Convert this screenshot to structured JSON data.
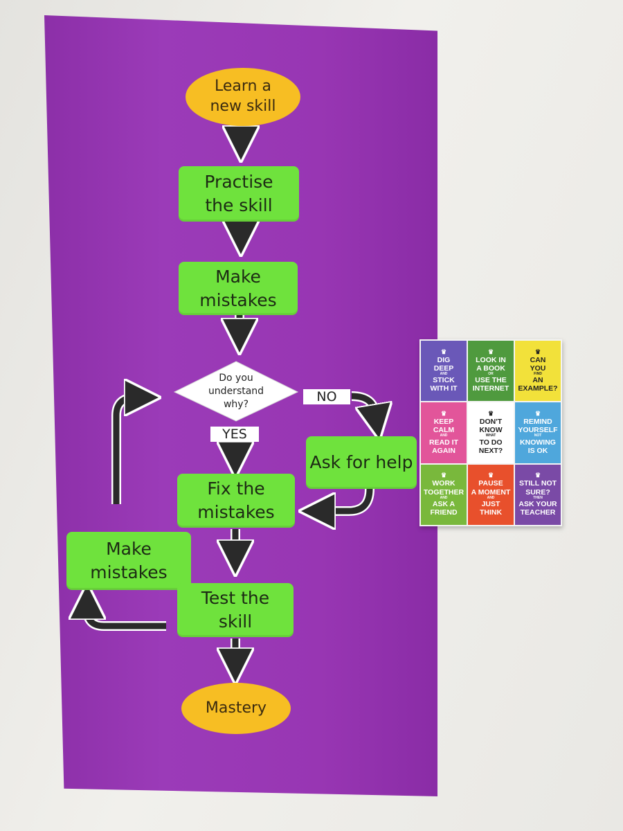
{
  "flowchart": {
    "start": "Learn a\nnew skill",
    "practise": "Practise\nthe skill",
    "make_mistakes_1": "Make\nmistakes",
    "decision": "Do you\nunderstand\nwhy?",
    "no_label": "NO",
    "yes_label": "YES",
    "ask_help": "Ask for help",
    "fix": "Fix the\nmistakes",
    "make_mistakes_2": "Make\nmistakes",
    "test": "Test the\nskill",
    "end": "Mastery"
  },
  "colors": {
    "banner": "#9836b3",
    "process": "#6fe23d",
    "terminal": "#f7be23"
  },
  "poster": {
    "tiles": [
      {
        "lines": [
          "DIG",
          "DEEP",
          "AND",
          "STICK",
          "WITH IT"
        ],
        "bg": "#6a58b8",
        "fg": "#ffffff"
      },
      {
        "lines": [
          "LOOK IN",
          "A BOOK",
          "OR",
          "USE THE",
          "INTERNET"
        ],
        "bg": "#4f9a3e",
        "fg": "#ffffff"
      },
      {
        "lines": [
          "CAN",
          "YOU",
          "FIND",
          "AN",
          "EXAMPLE?"
        ],
        "bg": "#f2e13a",
        "fg": "#222222"
      },
      {
        "lines": [
          "KEEP",
          "CALM",
          "AND",
          "READ IT",
          "AGAIN"
        ],
        "bg": "#e2559a",
        "fg": "#ffffff"
      },
      {
        "lines": [
          "DON'T",
          "KNOW",
          "WHAT",
          "TO DO",
          "NEXT?"
        ],
        "bg": "#ffffff",
        "fg": "#222222"
      },
      {
        "lines": [
          "REMIND",
          "YOURSELF",
          "NOT",
          "KNOWING",
          "IS OK"
        ],
        "bg": "#4fa7dc",
        "fg": "#ffffff"
      },
      {
        "lines": [
          "WORK",
          "TOGETHER",
          "AND",
          "ASK A",
          "FRIEND"
        ],
        "bg": "#79b83c",
        "fg": "#ffffff"
      },
      {
        "lines": [
          "PAUSE",
          "A MOMENT",
          "AND",
          "JUST",
          "THINK"
        ],
        "bg": "#e8502c",
        "fg": "#ffffff"
      },
      {
        "lines": [
          "STILL NOT",
          "SURE?",
          "THEN",
          "ASK YOUR",
          "TEACHER"
        ],
        "bg": "#7a4aa6",
        "fg": "#ffffff"
      }
    ]
  }
}
